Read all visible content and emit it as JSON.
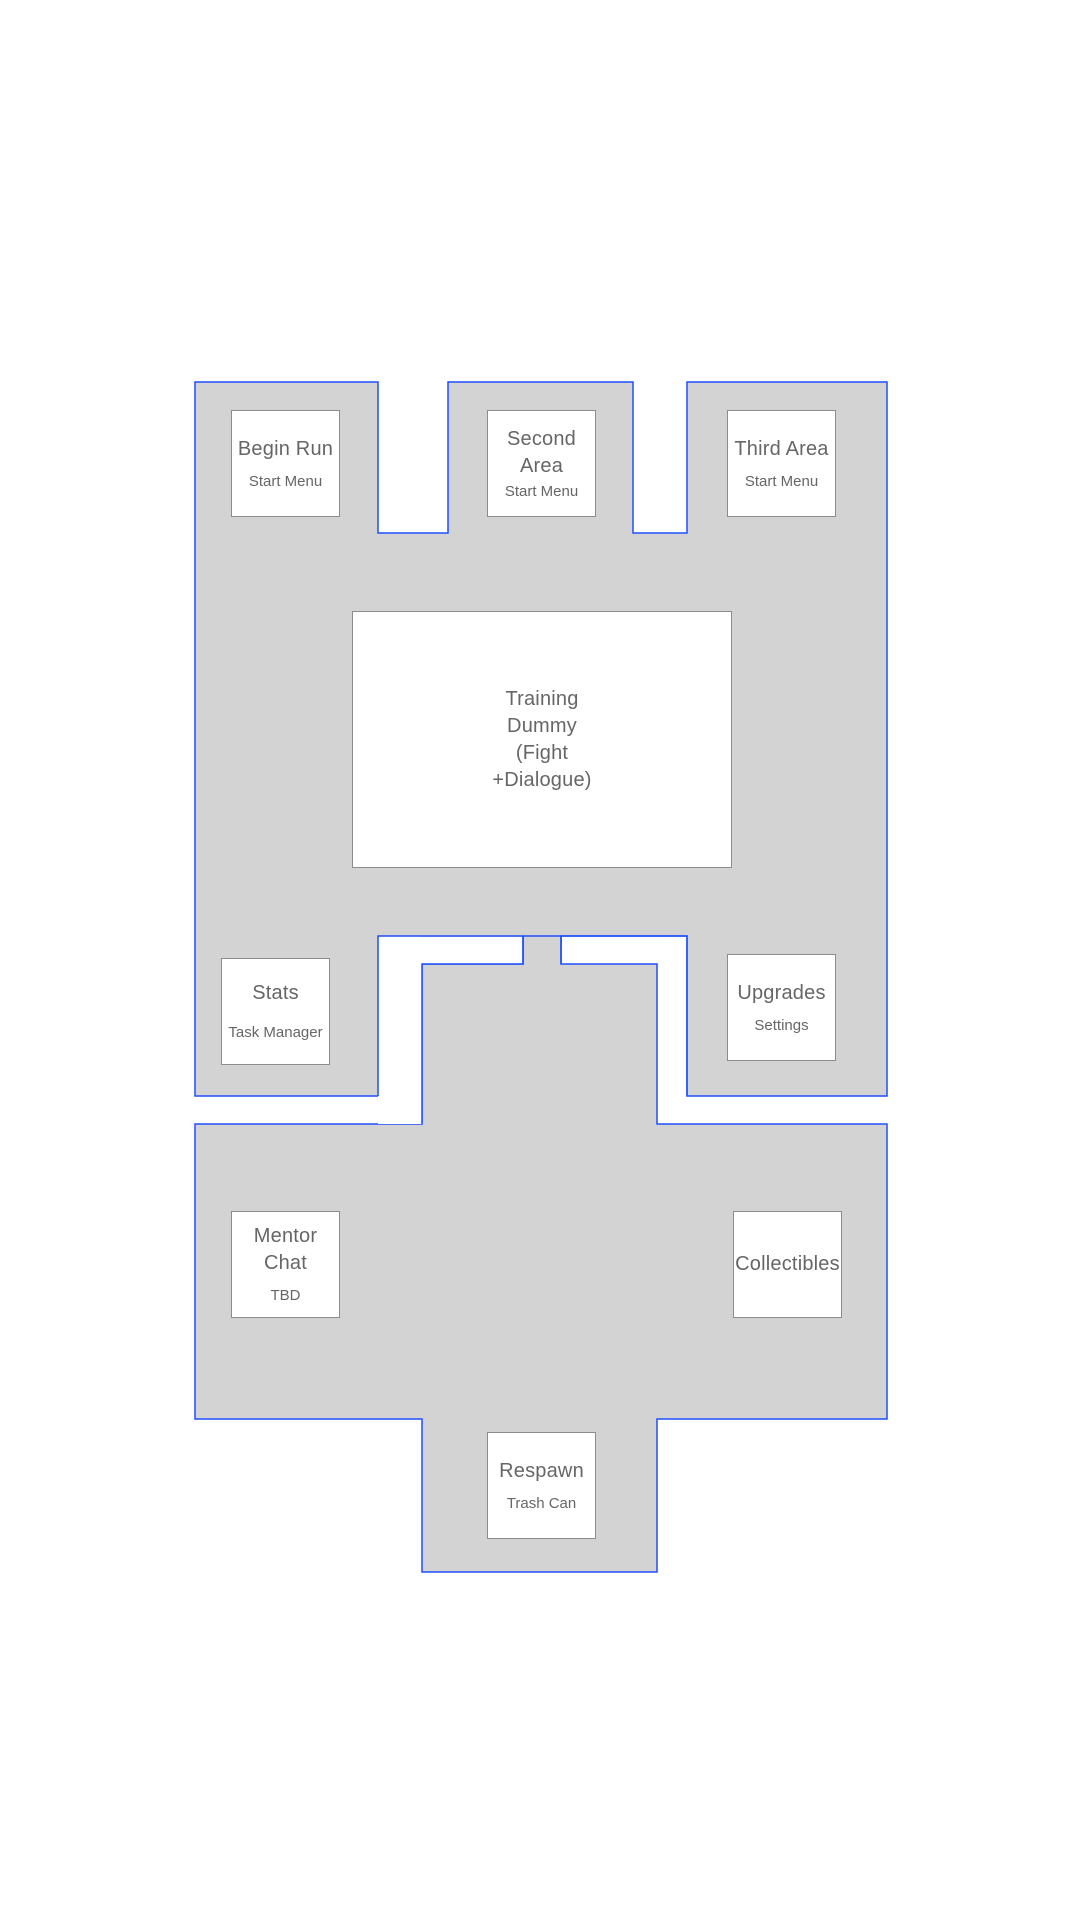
{
  "colors": {
    "floor_fill": "#d3d3d3",
    "floor_outline": "#1f4fff",
    "room_fill": "#ffffff",
    "room_border": "#8c8c8c",
    "text": "#666666"
  },
  "rooms": {
    "begin_run": {
      "title": "Begin Run",
      "sub": "Start Menu"
    },
    "second_area": {
      "title": "Second Area",
      "sub": "Start Menu"
    },
    "third_area": {
      "title": "Third Area",
      "sub": "Start Menu"
    },
    "training_dummy": {
      "title": "Training Dummy (Fight +Dialogue)"
    },
    "stats": {
      "title": "Stats",
      "sub": "Task Manager"
    },
    "upgrades": {
      "title": "Upgrades",
      "sub": "Settings"
    },
    "mentor_chat": {
      "title": "Mentor Chat",
      "sub": "TBD"
    },
    "collectibles": {
      "title": "Collectibles"
    },
    "respawn": {
      "title": "Respawn",
      "sub": "Trash Can"
    }
  }
}
